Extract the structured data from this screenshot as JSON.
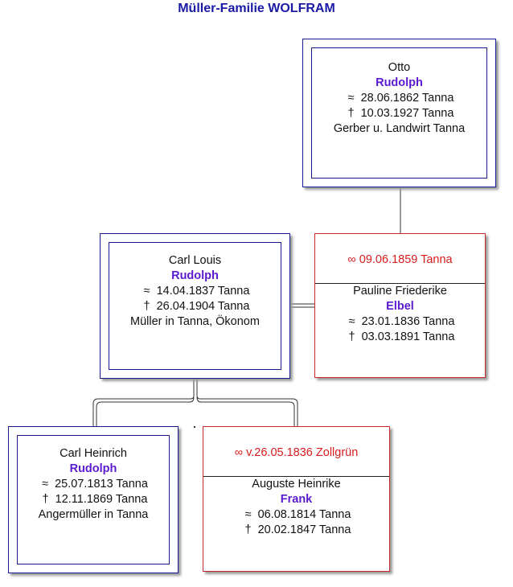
{
  "title": "Müller-Familie WOLFRAM",
  "symbols": {
    "baptism": "≈",
    "death": "†",
    "marriage": "∞"
  },
  "persons": {
    "otto": {
      "given": "Otto",
      "surname": "Rudolph",
      "baptism": "28.06.1862 Tanna",
      "death": "10.03.1927 Tanna",
      "occupation": "Gerber u. Landwirt Tanna"
    },
    "carl_louis": {
      "given": "Carl Louis",
      "surname": "Rudolph",
      "baptism": "14.04.1837 Tanna",
      "death": "26.04.1904 Tanna",
      "occupation": "Müller in Tanna, Ökonom"
    },
    "pauline": {
      "marriage": "09.06.1859 Tanna",
      "given": "Pauline Friederike",
      "surname": "Elbel",
      "baptism": "23.01.1836 Tanna",
      "death": "03.03.1891 Tanna"
    },
    "carl_heinrich": {
      "given": "Carl Heinrich",
      "surname": "Rudolph",
      "baptism": "25.07.1813 Tanna",
      "death": "12.11.1869 Tanna",
      "occupation": "Angermüller in Tanna"
    },
    "auguste": {
      "marriage": "v.26.05.1836 Zollgrün",
      "given": "Auguste Heinrike",
      "surname": "Frank",
      "baptism": "06.08.1814 Tanna",
      "death": "20.02.1847 Tanna"
    }
  },
  "colors": {
    "blue_border": "#1a1a8c",
    "red_border": "#c8282a",
    "surname": "#5a1ad0",
    "marriage_text": "#d81c1c",
    "title": "#1a1aa6"
  }
}
